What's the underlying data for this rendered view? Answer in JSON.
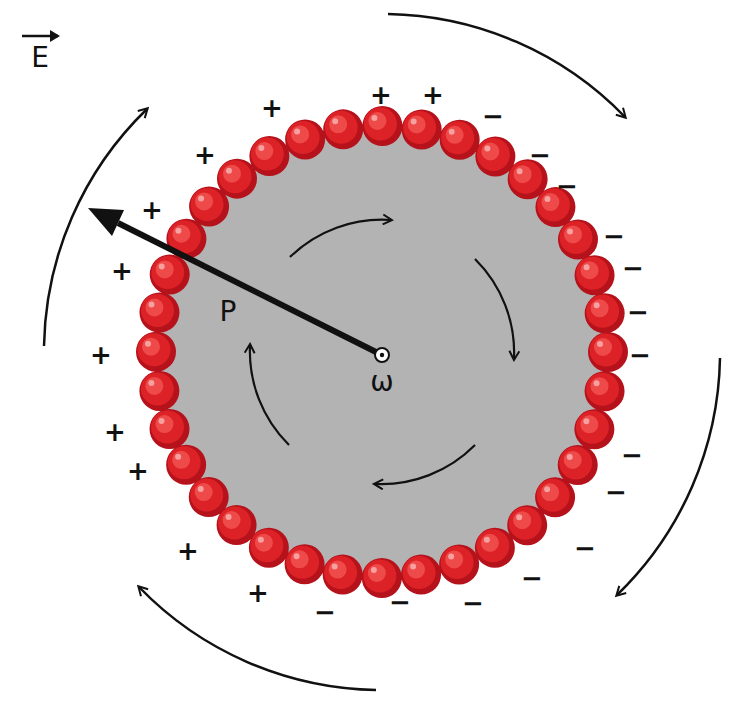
{
  "diagram": {
    "labels": [
      "E",
      "P",
      "ω",
      "+",
      "+",
      "+",
      "+",
      "+",
      "+",
      "+",
      "+",
      "+",
      "+",
      "+",
      "−",
      "−",
      "−",
      "−",
      "−",
      "−",
      "−",
      "−",
      "−",
      "−",
      "−",
      "−",
      "−",
      "−"
    ]
  }
}
